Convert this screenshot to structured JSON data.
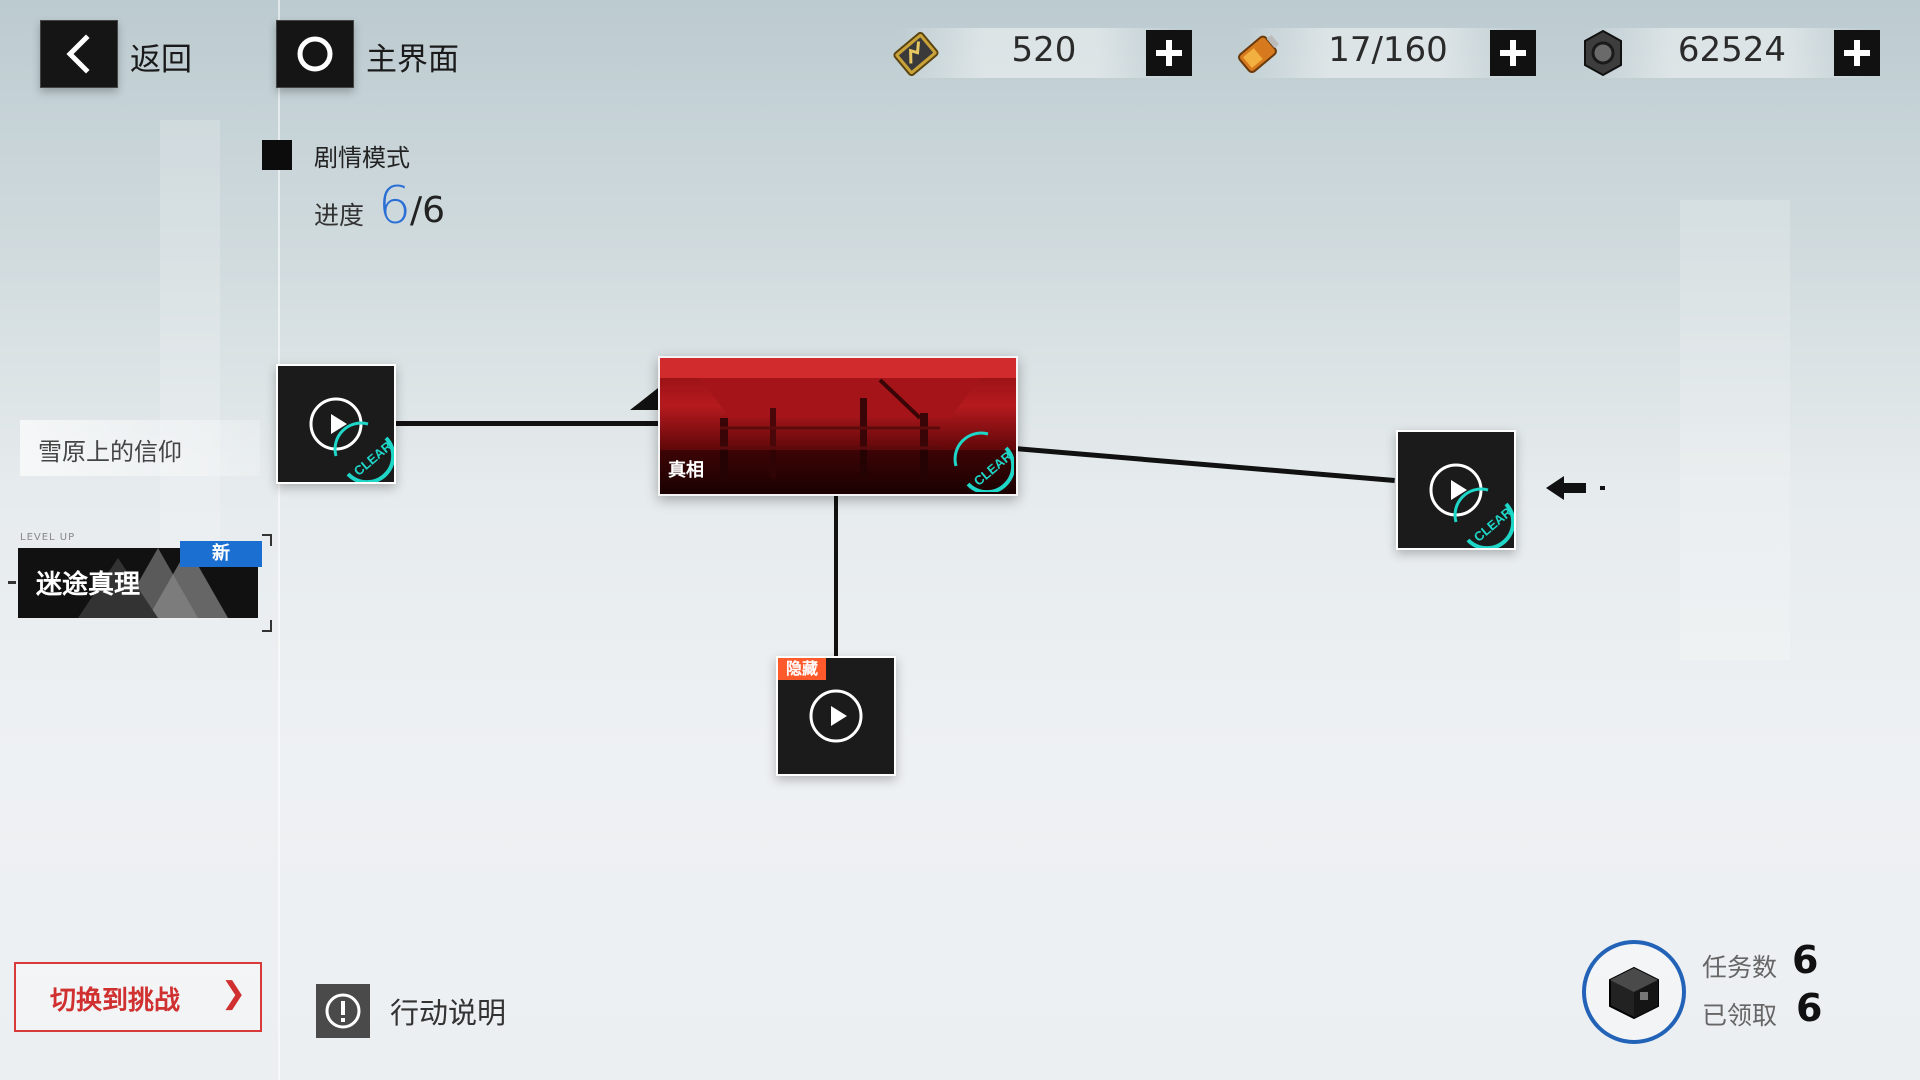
{
  "top_bar": {
    "back_label": "返回",
    "home_label": "主界面",
    "resources": [
      {
        "icon": "ticket-icon",
        "value": "520"
      },
      {
        "icon": "battery-icon",
        "value": "17/160"
      },
      {
        "icon": "gear-coin-icon",
        "value": "62524"
      }
    ]
  },
  "mode": {
    "title": "剧情模式",
    "progress_label": "进度",
    "progress_current": "6",
    "progress_total": "/6"
  },
  "chapters": {
    "previous": "雪原上的信仰",
    "current": "迷途真理",
    "current_badge": "新",
    "level_up_caption": "LEVEL UP"
  },
  "stages": {
    "boss_title": "真相",
    "hidden_tag": "隐藏",
    "clear_text": "CLEAR"
  },
  "bottom": {
    "switch_label": "切换到挑战",
    "switch_chevron": "❯",
    "info_label": "行动说明",
    "mission_count_label": "任务数",
    "mission_count": "6",
    "claimed_label": "已领取",
    "claimed_count": "6"
  },
  "colors": {
    "accent_blue": "#2a6fd6",
    "clear_cyan": "#1ed7c8",
    "hidden_orange": "#ff5a2c",
    "switch_red": "#d83a3a"
  }
}
